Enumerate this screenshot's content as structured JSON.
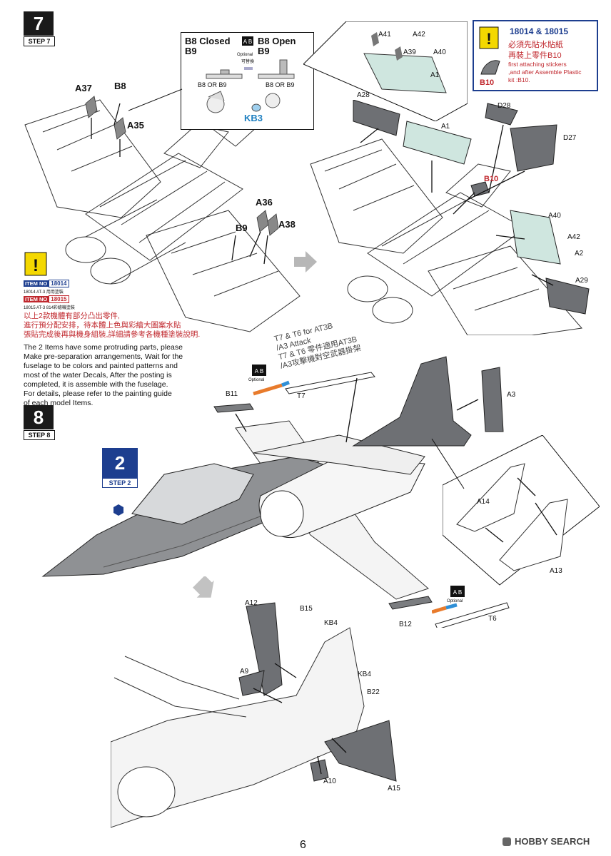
{
  "step7": {
    "number": "7",
    "label": "STEP 7"
  },
  "step8": {
    "number": "8",
    "label": "STEP 8"
  },
  "step2ref": {
    "number": "2",
    "label": "STEP 2"
  },
  "inset_b8b9": {
    "closed": "B8 Closed",
    "open": "B8 Open",
    "b9_left": "B9",
    "b9_right": "B9",
    "b8_or_b9_left": "B8 OR B9",
    "b8_or_b9_right": "B8 OR B9",
    "kb3": "KB3",
    "optional": "Optional",
    "optional_cn": "可替換"
  },
  "parts_left7": {
    "a37": "A37",
    "b8": "B8",
    "a35": "A35",
    "a36": "A36",
    "b9": "B9",
    "a38": "A38"
  },
  "parts_right7": {
    "a41": "A41",
    "a42_top": "A42",
    "a39": "A39",
    "a40_top": "A40",
    "a1_top": "A1",
    "a28": "A28",
    "a1": "A1",
    "d28": "D28",
    "d27": "D27",
    "b10": "B10",
    "a40": "A40",
    "a42": "A42",
    "a2": "A2",
    "a29": "A29"
  },
  "warning_18014_18015": {
    "title": "18014 & 18015",
    "cn1": "必須先貼水貼紙",
    "cn2": "再裝上零件B10",
    "en1": "first attaching stickers",
    "en2": ",and after Assemble Plastic",
    "en3": "kit :B10.",
    "part": "B10"
  },
  "item_notes": {
    "item_no_label": "ITEM NO",
    "item1": "18014",
    "item1_desc": "18014 AT-3 用用塗裝",
    "item2": "18015",
    "item2_desc": "18015 AT-3 814彩繪機塗裝"
  },
  "note_cn": [
    "以上2款機體有部分凸出零件,",
    "進行預分配安排，待本體上色與彩繪大圖案水貼",
    "張貼完成後再與機身組裝,詳細請參考各機種塗裝說明."
  ],
  "note_en": [
    "The  2 Items have some protruding parts, please",
    "Make pre-separation arrangements, Wait for the",
    "fuselage to be colors and painted patterns and",
    " most of the water Decals, After the posting is",
    "completed, it is assemble with the fuselage.",
    "For details, please refer to the painting guide",
    "of each model Items."
  ],
  "attack_note": {
    "l1": "T7 & T6 for AT3B",
    "l2": "/A3 Attack",
    "l3": "T7 & T6 零件適用AT3B",
    "l4": "/A3攻擊機對空武器掛架"
  },
  "parts8": {
    "b11": "B11",
    "t7": "T7",
    "a3": "A3",
    "a14": "A14",
    "a13": "A13",
    "b12": "B12",
    "t6": "T6",
    "optional_a": "Optional",
    "optional_b": "Optional"
  },
  "parts_tail": {
    "a12": "A12",
    "b15": "B15",
    "kb4_top": "KB4",
    "a9": "A9",
    "kb4": "KB4",
    "b22": "B22",
    "a10": "A10",
    "a15": "A15"
  },
  "page_number": "6",
  "watermark": "HOBBY SEARCH",
  "colors": {
    "red": "#c0272d",
    "blue": "#1d3e8f",
    "green": "#cfe6df",
    "grey": "#7b7d80",
    "yellow": "#f4d800"
  }
}
